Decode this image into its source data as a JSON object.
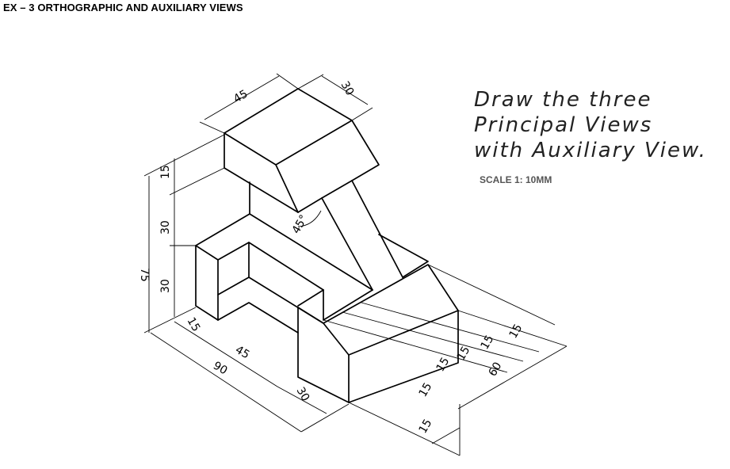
{
  "title": "EX – 3 ORTHOGRAPHIC AND AUXILIARY VIEWS",
  "instructions": {
    "line1": "Draw the three",
    "line2": "Principal Views",
    "line3": "with Auxiliary View.",
    "scale": "SCALE 1: 10MM"
  },
  "dimensions": {
    "top_width": "45",
    "top_depth": "30",
    "height_total": "75",
    "height_top": "15",
    "height_mid": "30",
    "height_base": "30",
    "angle": "45°",
    "base_left": "15",
    "base_slot": "45",
    "base_length": "90",
    "base_right": "30",
    "step_a": "15",
    "step_b": "15",
    "step_c": "15",
    "step_d": "15",
    "step_e": "15",
    "step_f": "15",
    "depth_total": "60"
  }
}
